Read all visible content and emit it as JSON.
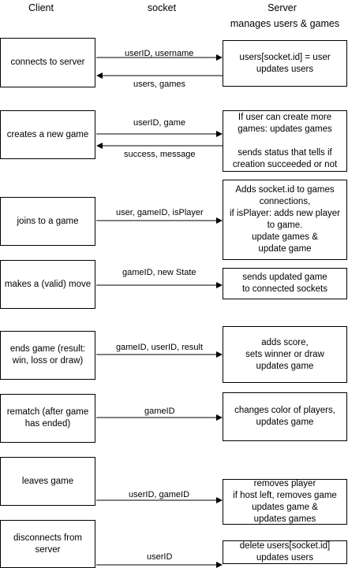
{
  "headers": {
    "client": "Client",
    "socket": "socket",
    "server": "Server",
    "server_sub": "manages users & games"
  },
  "rows": [
    {
      "client": "connects to server",
      "arrows": [
        {
          "label": "userID, username",
          "dir": "right"
        },
        {
          "label": "users, games",
          "dir": "left"
        }
      ],
      "server": "users[socket.id] = user\nupdates users"
    },
    {
      "client": "creates a new game",
      "arrows": [
        {
          "label": "userID, game",
          "dir": "right"
        },
        {
          "label": "success, message",
          "dir": "left"
        }
      ],
      "server": "If user can create more\ngames: updates games\n\nsends status that tells if\ncreation succeeded or not"
    },
    {
      "client": "joins to a game",
      "arrows": [
        {
          "label": "user, gameID, isPlayer",
          "dir": "right"
        }
      ],
      "server": "Adds socket.id to games\nconnections,\nif isPlayer: adds new player\nto game.\nupdate games &\nupdate game"
    },
    {
      "client": "makes a (valid) move",
      "arrows": [
        {
          "label": "gameID, new State",
          "dir": "right"
        }
      ],
      "server": "sends updated game\nto connected sockets"
    },
    {
      "client": "ends game (result:\nwin, loss or draw)",
      "arrows": [
        {
          "label": "gameID, userID, result",
          "dir": "right"
        }
      ],
      "server": "adds score,\nsets winner or draw\nupdates game"
    },
    {
      "client": "rematch (after game\nhas ended)",
      "arrows": [
        {
          "label": "gameID",
          "dir": "right"
        }
      ],
      "server": "changes color of players,\nupdates game"
    },
    {
      "client": "leaves game",
      "arrows": [
        {
          "label": "userID, gameID",
          "dir": "right"
        }
      ],
      "server": "removes player\nif host left, removes game\nupdates game &\nupdates games"
    },
    {
      "client": "disconnects from\nserver",
      "arrows": [
        {
          "label": "userID",
          "dir": "right"
        }
      ],
      "server": "delete users[socket.id]\nupdates users"
    }
  ]
}
